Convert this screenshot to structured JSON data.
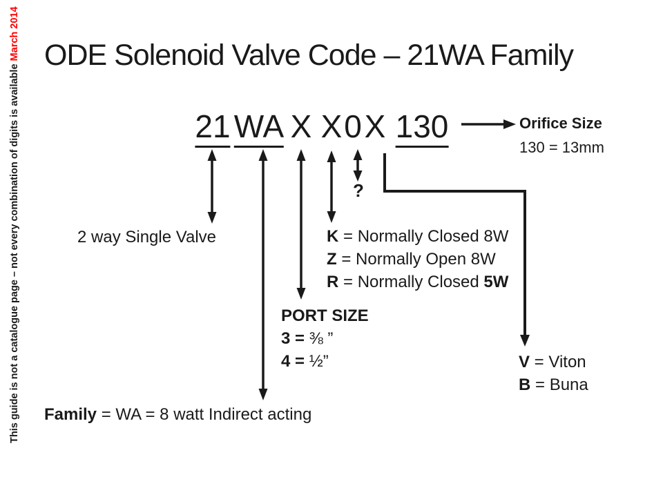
{
  "colors": {
    "ink": "#1a1a1a",
    "red": "#ff0000",
    "background": "#ffffff"
  },
  "side_note": {
    "black": "This guide is not a catalogue page – not every combination of digits is available ",
    "red": "March 2014"
  },
  "title": "ODE Solenoid Valve Code – 21WA Family",
  "code": {
    "tokens": [
      {
        "text": "21",
        "underline": true
      },
      {
        "text": "WA",
        "underline": true
      },
      {
        "text": "X",
        "underline": false
      },
      {
        "text": "X",
        "underline": false
      },
      {
        "text": "0",
        "underline": false
      },
      {
        "text": "X",
        "underline": false
      },
      {
        "text": "130",
        "underline": true
      }
    ]
  },
  "orifice": {
    "title": "Orifice Size",
    "value": "130 = 13mm"
  },
  "valve_type": {
    "label": "2 way Single Valve"
  },
  "unknown_digit": {
    "label": "?"
  },
  "coil_options": {
    "lines": [
      {
        "key": "K",
        "mid": " = Normally Closed 8W",
        "bold_end": ""
      },
      {
        "key": "Z",
        "mid": " = Normally Open 8W",
        "bold_end": ""
      },
      {
        "key": "R",
        "mid": " = Normally Closed ",
        "bold_end": "5W"
      }
    ]
  },
  "port_size": {
    "title": "PORT SIZE",
    "lines": [
      {
        "key": "3 = ",
        "value": "⅜ ”"
      },
      {
        "key": "4 = ",
        "value": "½”"
      }
    ]
  },
  "family": {
    "bold": "Family",
    "rest": " = WA = 8 watt Indirect acting"
  },
  "seal_material": {
    "lines": [
      {
        "key": "V",
        "rest": " = Viton"
      },
      {
        "key": "B",
        "rest": " = Buna"
      }
    ]
  }
}
